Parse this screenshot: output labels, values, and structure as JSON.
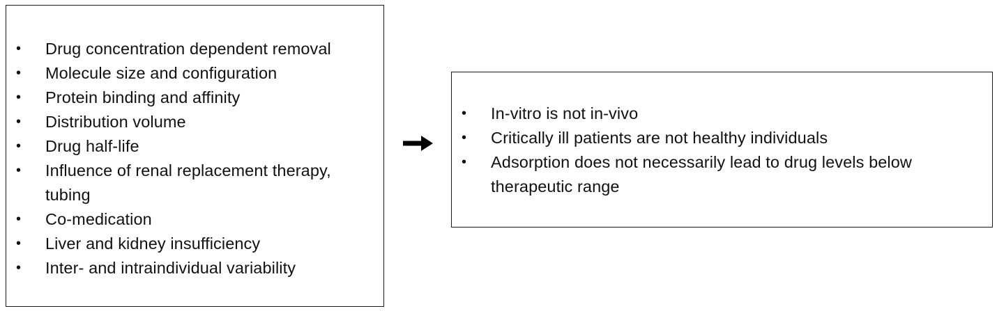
{
  "left_box": {
    "items": [
      "Drug concentration dependent removal",
      "Molecule size and configuration",
      "Protein binding and affinity",
      "Distribution volume",
      "Drug half-life",
      "Influence of renal replacement therapy, tubing",
      "Co-medication",
      "Liver and kidney insufficiency",
      "Inter- and intraindividual variability"
    ]
  },
  "arrow": {
    "icon": "right-arrow-icon",
    "color": "#000000"
  },
  "right_box": {
    "items": [
      "In-vitro is not in-vivo",
      "Critically ill patients are not healthy individuals",
      "Adsorption does not necessarily lead to drug levels below therapeutic range"
    ]
  },
  "bullet_glyph": "•"
}
